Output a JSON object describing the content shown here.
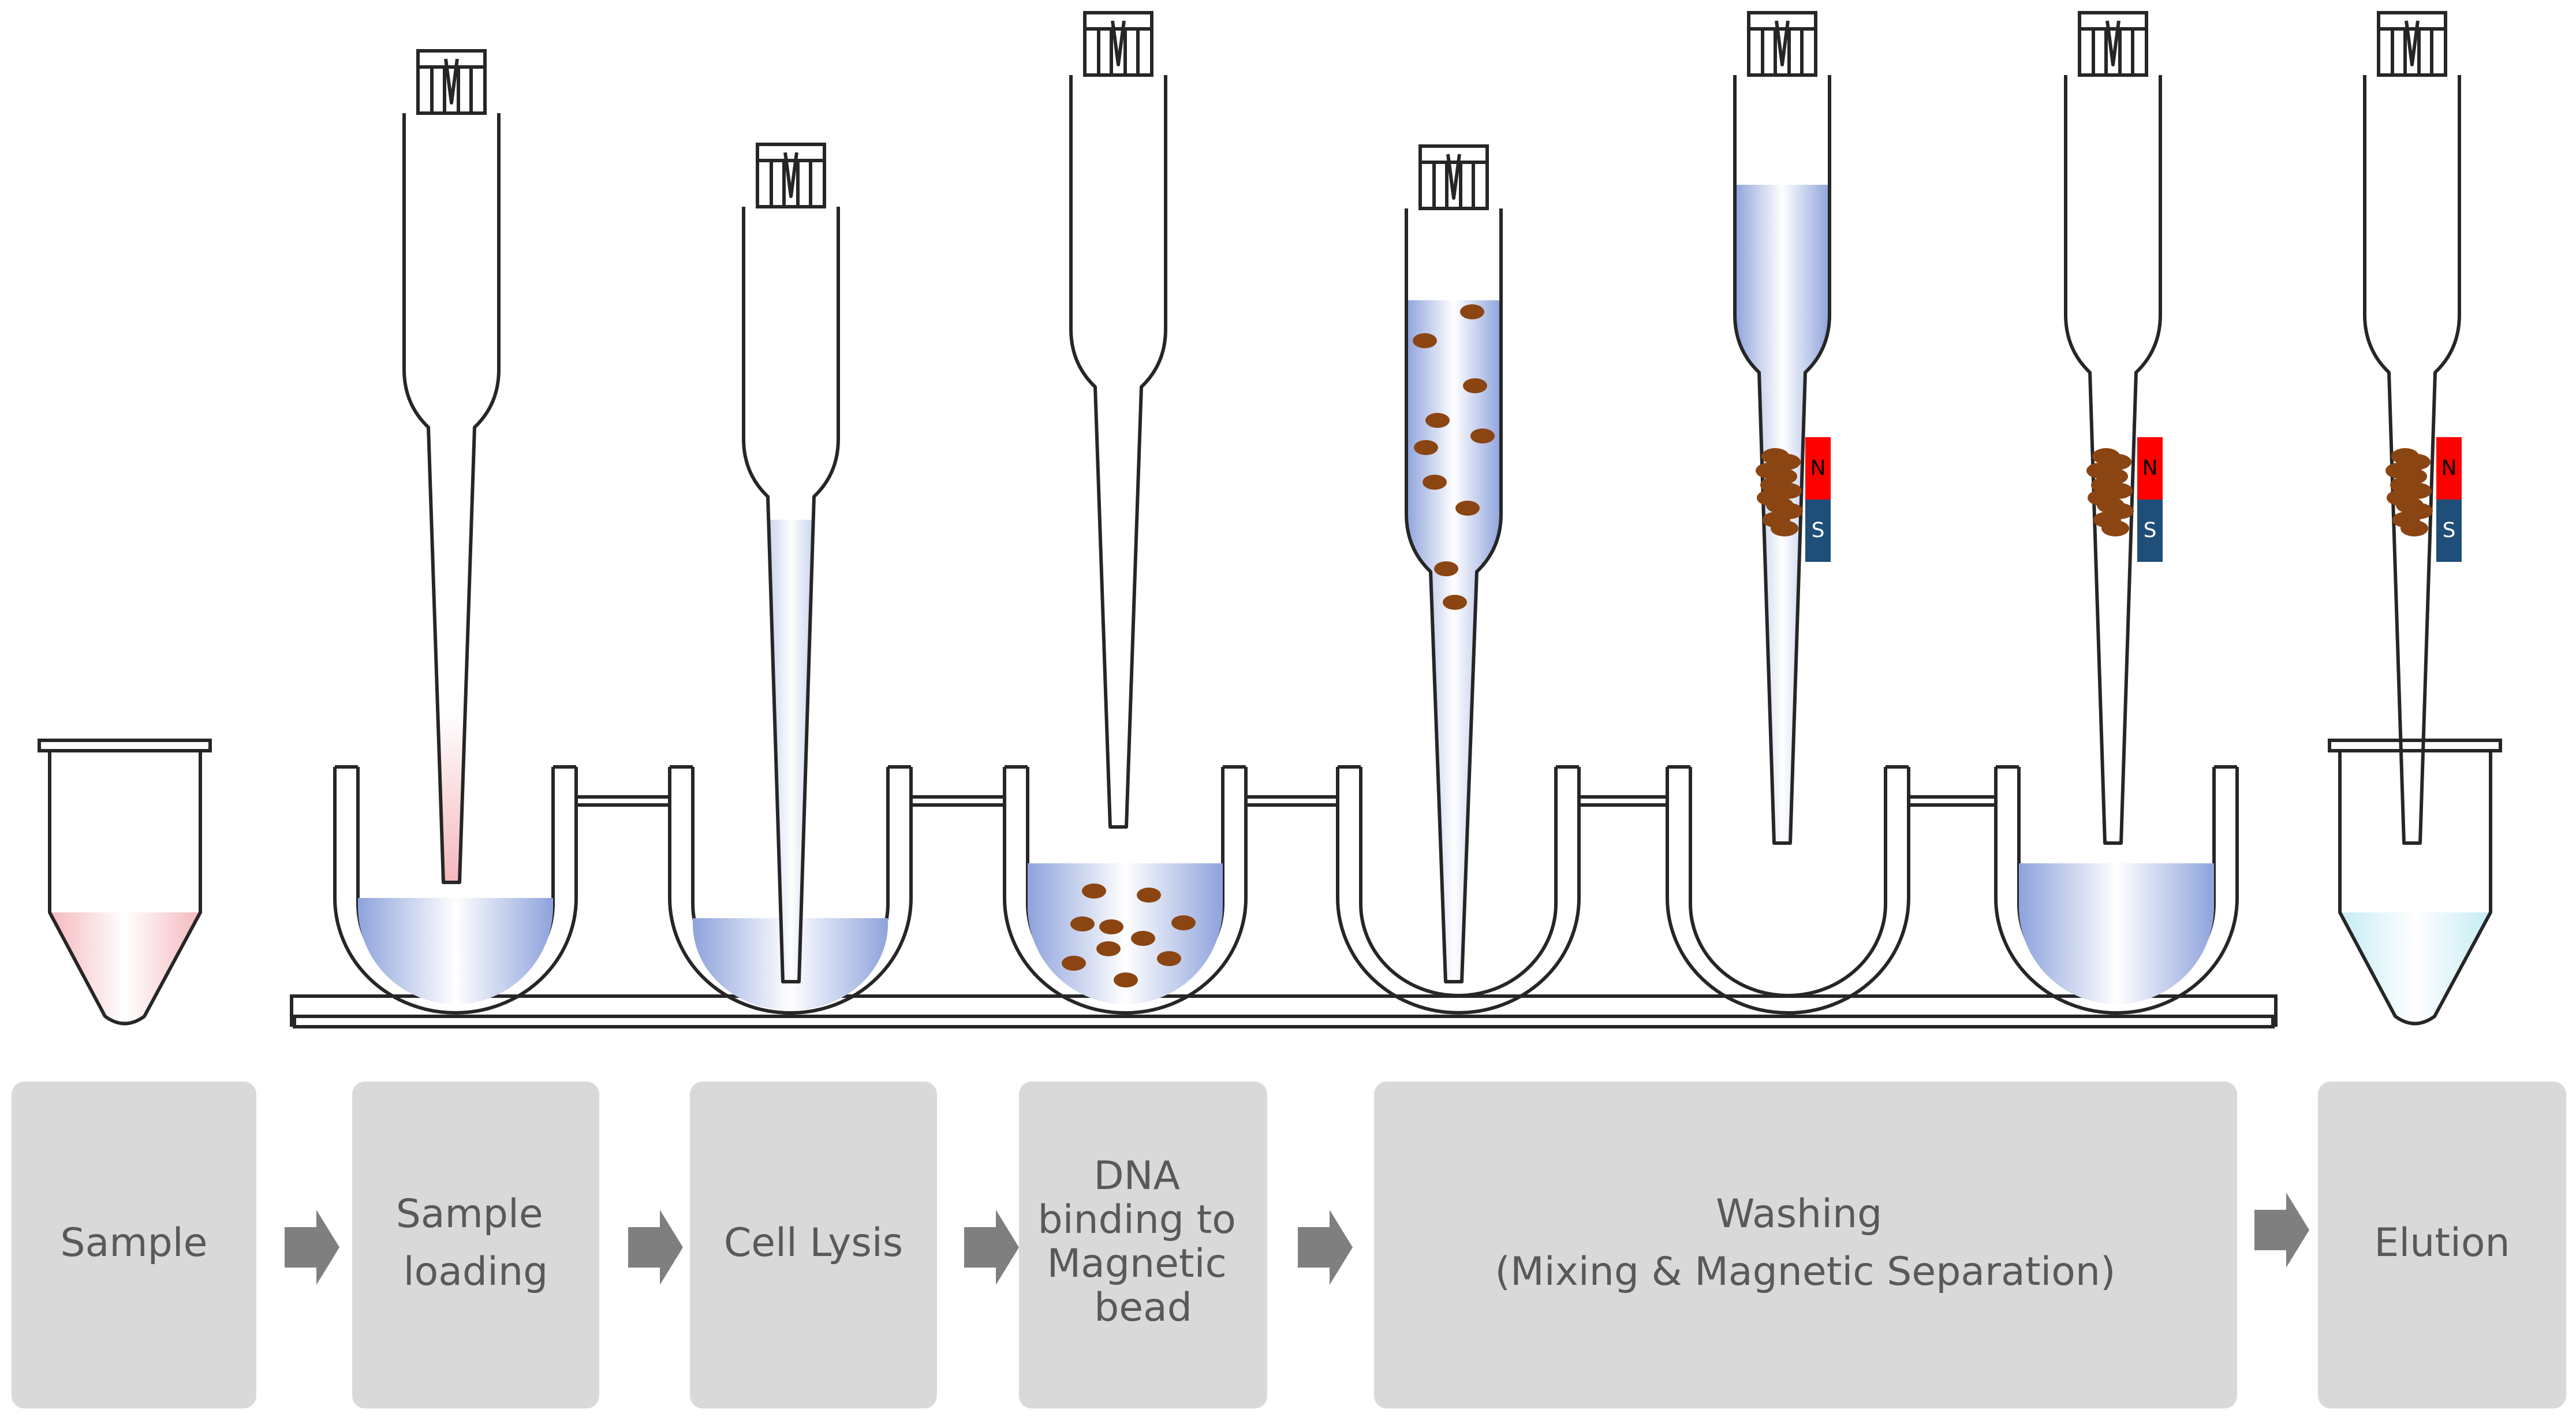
{
  "steps": [
    {
      "lines": [
        "Sample"
      ]
    },
    {
      "lines": [
        "Sample",
        "loading"
      ]
    },
    {
      "lines": [
        "Cell Lysis"
      ]
    },
    {
      "lines": [
        "DNA",
        "binding to",
        "Magnetic",
        "bead"
      ]
    },
    {
      "lines": [
        "Washing",
        "(Mixing & Magnetic Separation)"
      ]
    },
    {
      "lines": [
        "Elution"
      ]
    }
  ],
  "magnet": {
    "north": "N",
    "south": "S"
  },
  "colors": {
    "buffer": "#8ea3dc",
    "sample_pink": "#f7c6c9",
    "elution_cyan": "#d3f0f5",
    "bead": "#8b4513",
    "magnet_north": "#ff0000",
    "magnet_south": "#1f4e79",
    "box": "#d9d9d9",
    "arrow": "#7f7f7f",
    "label": "#595959"
  }
}
